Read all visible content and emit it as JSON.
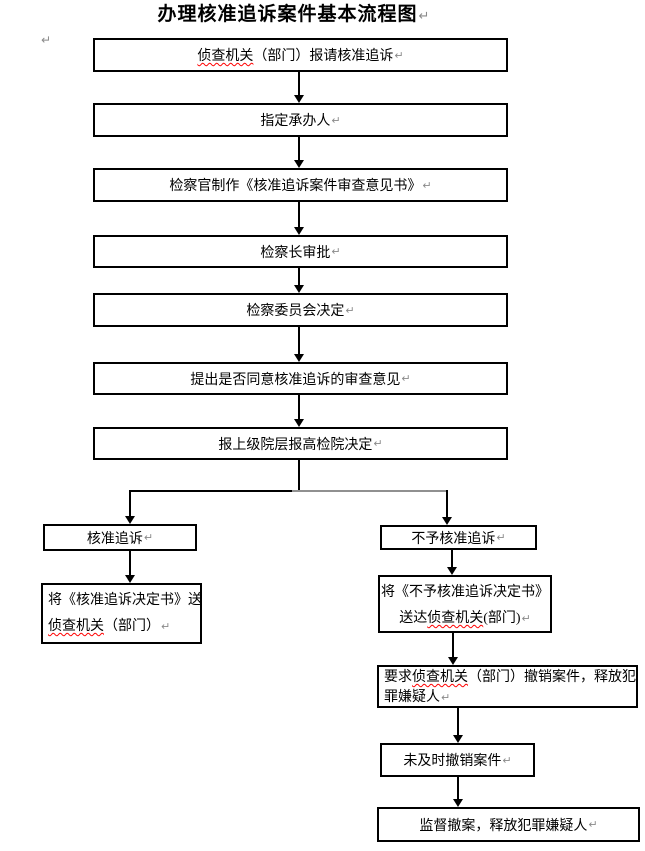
{
  "title": "办理核准追诉案件基本流程图",
  "marks": {
    "pilcrow": "↵"
  },
  "colors": {
    "border": "#000000",
    "misspell_underline": "#ff0000",
    "pilcrow_gray": "#8a8a8a",
    "connector_gray": "#909090"
  },
  "flow": {
    "main": [
      {
        "wavy": "侦查机关",
        "rest": "（部门）报请核准追诉"
      },
      {
        "text": "指定承办人"
      },
      {
        "text": "检察官制作《核准追诉案件审查意见书》"
      },
      {
        "text": "检察长审批"
      },
      {
        "text": "检察委员会决定"
      },
      {
        "text": "提出是否同意核准追诉的审查意见"
      },
      {
        "text": "报上级院层报高检院决定"
      }
    ],
    "left_branch": {
      "approve": {
        "text": "核准追诉"
      },
      "send_decision": {
        "line1": "将《核准追诉决定书》送",
        "line2_wavy": "侦查机关",
        "line2_rest": "（部门）"
      }
    },
    "right_branch": {
      "deny": {
        "text": "不予核准追诉"
      },
      "send_decision": {
        "line1": "将《不予核准追诉决定书》",
        "line2_pre": "送达",
        "line2_wavy": "侦查机关",
        "line2_rest": "(部门)"
      },
      "demand_withdraw": {
        "line1_pre": "要求",
        "line1_wavy": "侦查机关",
        "line1_rest": "（部门）撤销案件，释放犯",
        "line2": "罪嫌疑人"
      },
      "not_withdrawn": {
        "text": "未及时撤销案件"
      },
      "supervise": {
        "text": "监督撤案，释放犯罪嫌疑人"
      }
    }
  }
}
